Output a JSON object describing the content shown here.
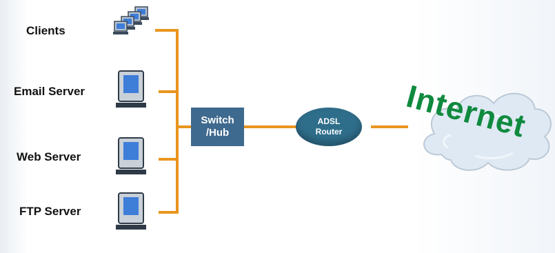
{
  "nodes": {
    "clients": "Clients",
    "email_server": "Email Server",
    "web_server": "Web Server",
    "ftp_server": "FTP Server",
    "switch_line1": "Switch",
    "switch_line2": "/Hub",
    "router_line1": "ADSL",
    "router_line2": "Router",
    "internet": "Internet"
  },
  "colors": {
    "wire": "#e8951e",
    "switch": "#3f6a8f",
    "router": "#2f6e8b",
    "internet_text": "#0f8a3e"
  }
}
